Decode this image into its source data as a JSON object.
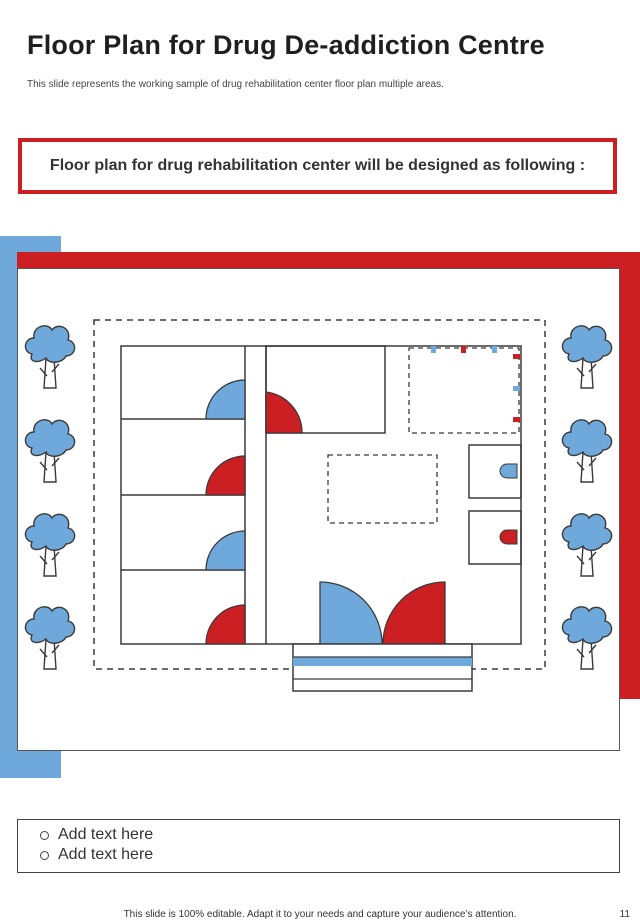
{
  "header": {
    "title": "Floor Plan for Drug De-addiction Centre",
    "subtitle": "This slide represents the working sample of drug rehabilitation center floor plan multiple areas."
  },
  "callout": {
    "text": "Floor plan for drug rehabilitation center will be designed as following :"
  },
  "notes": {
    "items": [
      "Add text here",
      "Add text here"
    ]
  },
  "footer": {
    "text": "This slide is 100% editable. Adapt it to your needs and capture your audience’s attention.",
    "page_number": "11"
  },
  "colors": {
    "accent_red": "#cc1f24",
    "accent_blue": "#6fa9dc",
    "line": "#3a3a3a"
  },
  "icons": [
    "tree-icon",
    "door-swing-icon",
    "bullet-circle-icon"
  ]
}
